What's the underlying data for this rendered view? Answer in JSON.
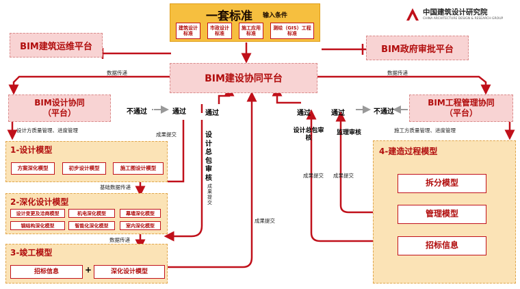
{
  "logo": {
    "text": "中国建筑设计研究院",
    "subtitle": "CHINA ARCHITECTURE DESIGN & RESEARCH GROUP"
  },
  "top": {
    "title": "一套标准",
    "subtitle": "输入条件",
    "chips": [
      "建筑设计标准",
      "市政设计标准",
      "施工应用标准",
      "测绘（GIS）工程标准"
    ]
  },
  "om_platform": "BIM建筑运维平台",
  "gov_platform": "BIM政府审批平台",
  "collab_platform": "BIM建设协同平台",
  "design_platform": {
    "line1": "BIM设计协同",
    "line2": "（平台）"
  },
  "eng_platform": {
    "line1": "BIM工程管理协同",
    "line2": "（平台）"
  },
  "labels": {
    "data_transfer_left": "数据传递",
    "data_transfer_right": "数据传递",
    "not_pass_left": "不通过",
    "pass_left_1": "通过",
    "pass_left_2": "通过",
    "not_pass_right": "不通过",
    "pass_right_1": "通过",
    "pass_right_2": "通过",
    "design_mgmt": "设计方质量管理、进度管理",
    "construction_mgmt": "施工方质量管理、进度管理",
    "result_submit_1": "成果提交",
    "result_submit_2": "成果提交",
    "result_submit_3": "成果提交",
    "result_submit_4": "成果提交",
    "result_submit_5": "成果提交",
    "basic_data": "基础数据传递",
    "data_transfer_mid": "数据传递",
    "design_gc_review": "设计总包审核",
    "design_review": "设计总包审核",
    "supervision_review": "监理审核"
  },
  "model1": {
    "title": "1-设计模型",
    "chips": [
      "方案深化模型",
      "初步设计模型",
      "施工图设计模型"
    ]
  },
  "model2": {
    "title": "2-深化设计模型",
    "chips": [
      "设计变更及洽商模型",
      "机电深化模型",
      "幕墙深化模型",
      "钢结构深化模型",
      "智能化深化模型",
      "室内深化模型"
    ]
  },
  "model3": {
    "title": "3-竣工模型",
    "chips": [
      "招标信息",
      "深化设计模型"
    ],
    "plus": "+"
  },
  "model4": {
    "title": "4-建造过程模型",
    "chips": [
      "拆分模型",
      "管理模型",
      "招标信息"
    ]
  }
}
